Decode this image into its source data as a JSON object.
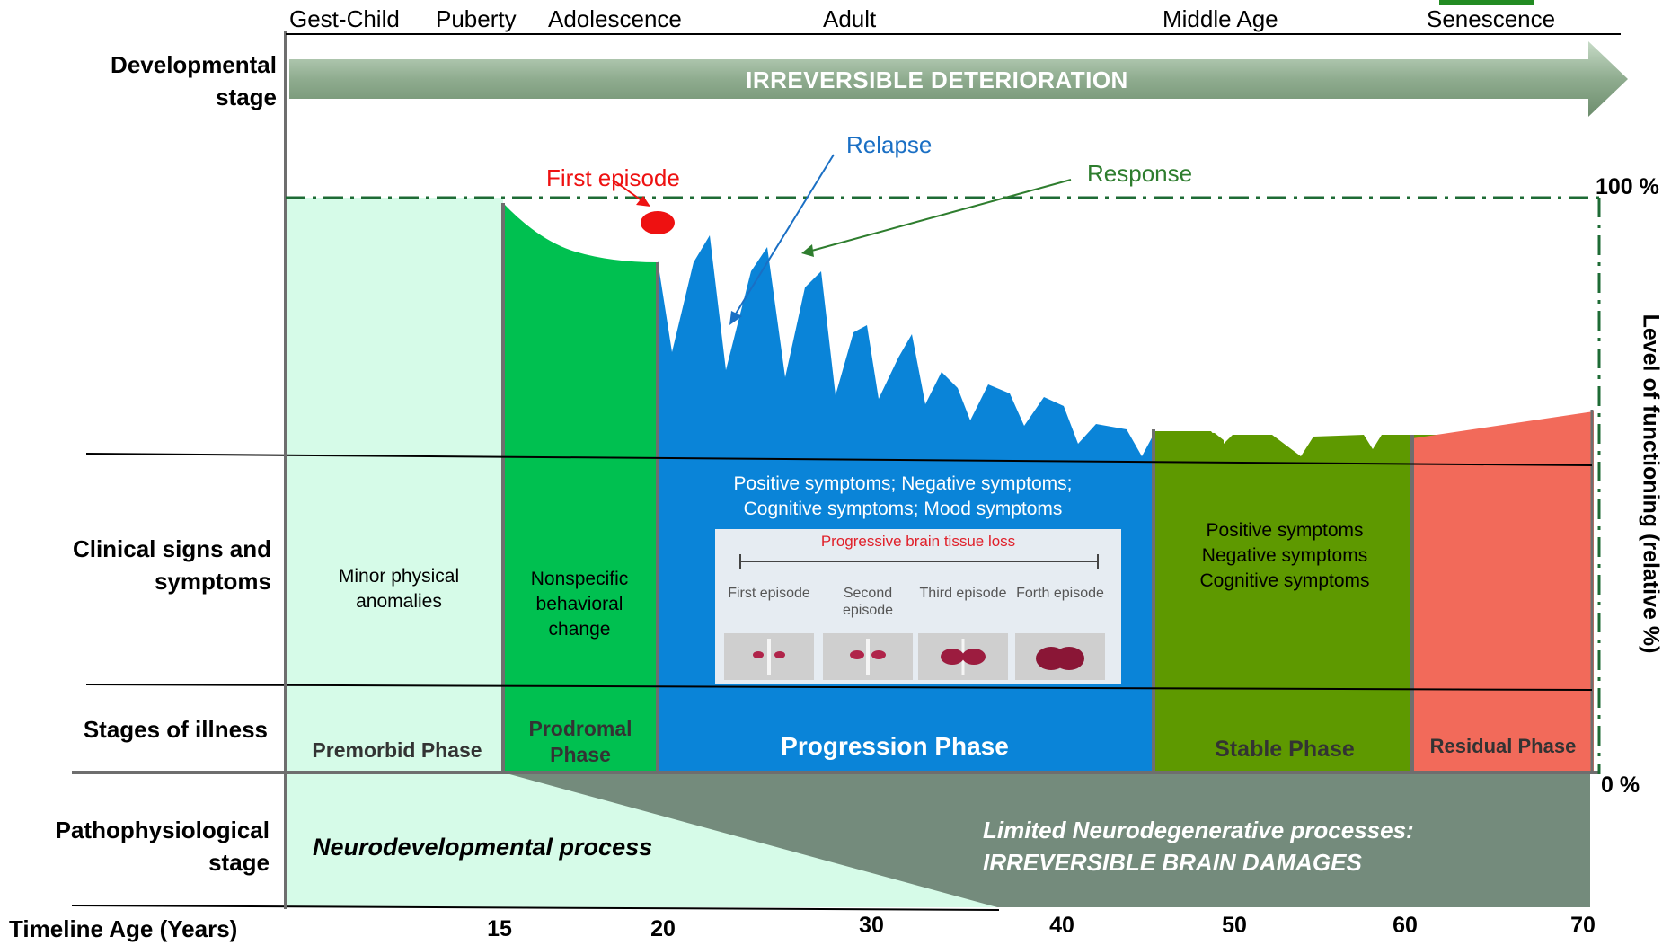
{
  "stages": {
    "gest_child": "Gest-Child",
    "puberty": "Puberty",
    "adolescence": "Adolescence",
    "adult": "Adult",
    "middle_age": "Middle Age",
    "senescence": "Senescence"
  },
  "arrow_text": "IRREVERSIBLE DETERIORATION",
  "row_labels": {
    "developmental": [
      "Developmental",
      "stage"
    ],
    "clinical": [
      "Clinical signs and",
      "symptoms"
    ],
    "stages_illness": "Stages of illness",
    "patho": [
      "Pathophysiological",
      "stage"
    ],
    "timeline": "Timeline Age (Years)"
  },
  "annotations": {
    "first_episode": "First episode",
    "relapse": "Relapse",
    "response": "Response"
  },
  "axis_right": {
    "label": "Level of functioning (relative %)",
    "top": "100 %",
    "bottom": "0 %"
  },
  "clinical": {
    "premorbid": [
      "Minor physical",
      "anomalies"
    ],
    "prodromal": [
      "Nonspecific",
      "behavioral",
      "change"
    ],
    "progression": [
      "Positive symptoms; Negative symptoms;",
      "Cognitive symptoms; Mood symptoms"
    ],
    "stable": [
      "Positive symptoms",
      "Negative symptoms",
      "Cognitive symptoms"
    ]
  },
  "inset": {
    "title": "Progressive brain tissue loss",
    "episodes": [
      "First episode",
      "Second episode",
      "Third episode",
      "Forth episode"
    ]
  },
  "phases": {
    "premorbid": "Premorbid Phase",
    "prodromal": [
      "Prodromal",
      "Phase"
    ],
    "progression": "Progression Phase",
    "stable": "Stable Phase",
    "residual": "Residual Phase"
  },
  "patho": {
    "neurodev": "Neurodevelopmental process",
    "neurodegen": [
      "Limited Neurodegenerative processes:",
      "IRREVERSIBLE BRAIN DAMAGES"
    ]
  },
  "timeline": [
    "15",
    "20",
    "30",
    "40",
    "50",
    "60",
    "70"
  ],
  "colors": {
    "premorbid": "#d6fbe8",
    "prodromal": "#00c050",
    "progression": "#0a84d8",
    "stable": "#5e9900",
    "residual": "#f26a5a",
    "degeneration": "#748b7c",
    "arrow": "#8da88d",
    "first_episode": "#ee1111",
    "relapse": "#1a6fc4",
    "response": "#2e7d2e",
    "hundred_line": "#1e6b35"
  }
}
